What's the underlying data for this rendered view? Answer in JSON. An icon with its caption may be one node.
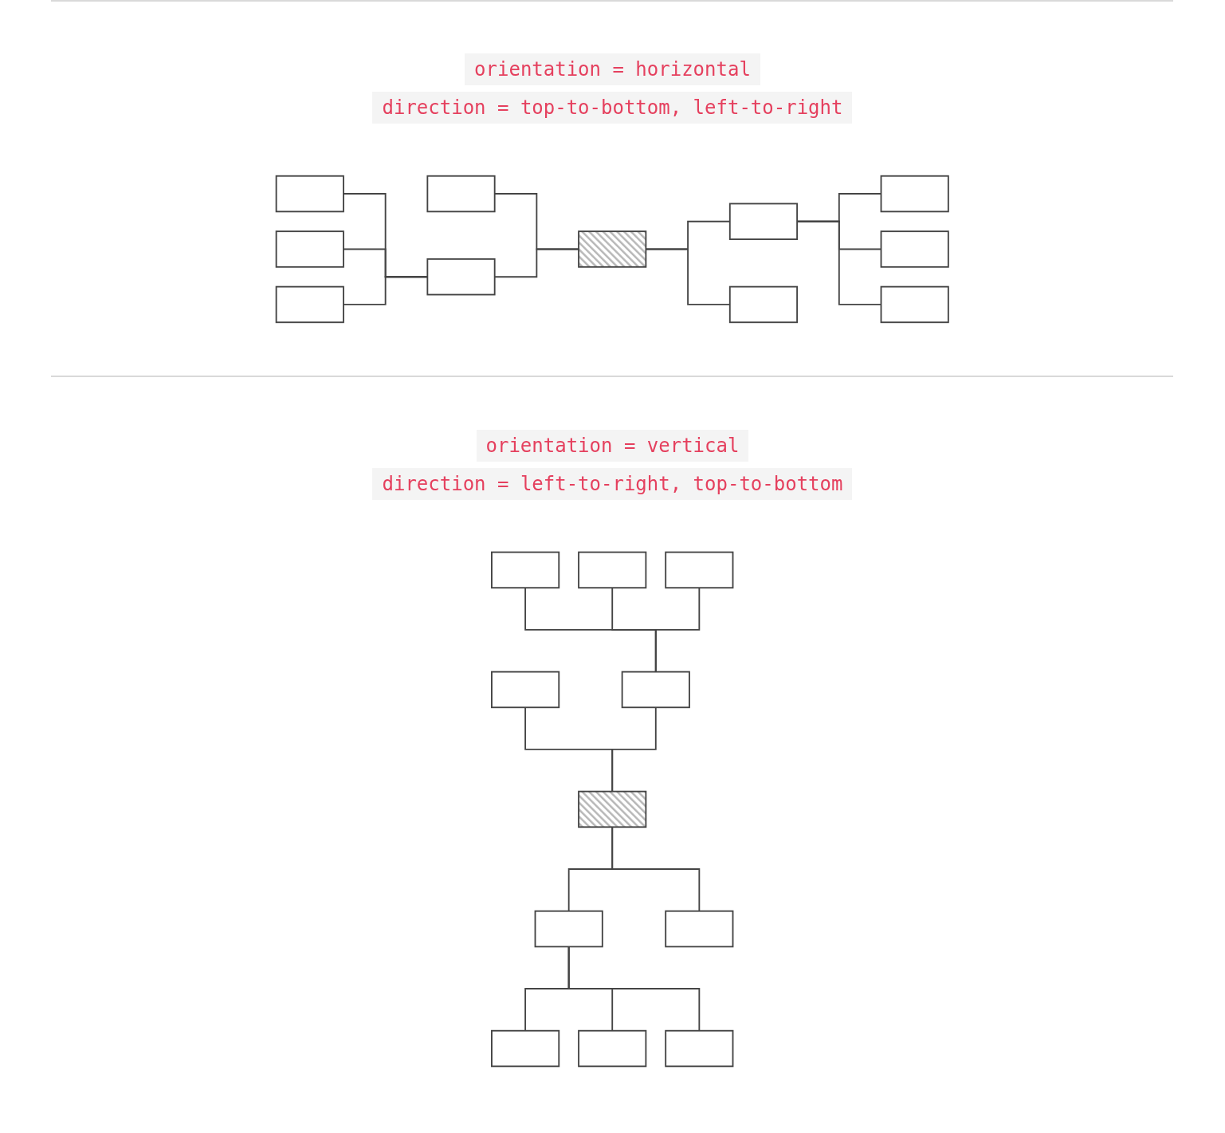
{
  "diagram": {
    "nodes": [
      {
        "text": [],
        "shape": "box"
      },
      {
        "text": [],
        "shape": "box"
      },
      {
        "text": [],
        "shape": "box"
      },
      {
        "text": [],
        "shape": "box"
      },
      {
        "text": [],
        "shape": "box"
      },
      {
        "text": [],
        "shape": "box"
      },
      {
        "text": [],
        "shape": "box"
      },
      {
        "text": [],
        "shape": "box"
      },
      {
        "text": [],
        "shape": "box"
      },
      {
        "text": [],
        "shape": "box"
      },
      {
        "text": [],
        "shape": "box"
      },
      {
        "text": [],
        "shape": "box"
      },
      {
        "text": [],
        "shape": "box"
      },
      {
        "text": [],
        "shape": "box"
      },
      {
        "text": [],
        "shape": "box"
      },
      {
        "text": [],
        "shape": "box"
      },
      {
        "text": [],
        "shape": "box"
      },
      {
        "text": [],
        "shape": "box"
      },
      {
        "text": [],
        "shape": "box"
      },
      {
        "text": [],
        "shape": "box"
      },
      {
        "text": [],
        "shape": "box"
      },
      {
        "text": [],
        "shape": "box"
      }
    ],
    "edges": [
      {
        "from": 0,
        "to": 4,
        "arrow": "none"
      },
      {
        "from": 1,
        "to": 4,
        "arrow": "none"
      },
      {
        "from": 2,
        "to": 4,
        "arrow": "none"
      },
      {
        "from": 3,
        "to": 5,
        "arrow": "none"
      },
      {
        "from": 4,
        "to": 5,
        "arrow": "none"
      },
      {
        "from": 5,
        "to": 6,
        "arrow": "none"
      },
      {
        "from": 5,
        "to": 7,
        "arrow": "none"
      },
      {
        "from": 6,
        "to": 8,
        "arrow": "none"
      },
      {
        "from": 6,
        "to": 9,
        "arrow": "none"
      },
      {
        "from": 6,
        "to": 10,
        "arrow": "none"
      },
      {
        "from": 11,
        "to": 15,
        "arrow": "none"
      },
      {
        "from": 12,
        "to": 15,
        "arrow": "none"
      },
      {
        "from": 13,
        "to": 15,
        "arrow": "none"
      },
      {
        "from": 14,
        "to": 16,
        "arrow": "none"
      },
      {
        "from": 15,
        "to": 16,
        "arrow": "none"
      },
      {
        "from": 16,
        "to": 17,
        "arrow": "none"
      },
      {
        "from": 16,
        "to": 18,
        "arrow": "none"
      },
      {
        "from": 17,
        "to": 19,
        "arrow": "none"
      },
      {
        "from": 17,
        "to": 20,
        "arrow": "none"
      },
      {
        "from": 17,
        "to": 21,
        "arrow": "none"
      }
    ],
    "labels": [
      "orientation = horizontal",
      "direction = top-to-bottom, left-to-right",
      "orientation = vertical",
      "direction = left-to-right, top-to-bottom"
    ]
  }
}
